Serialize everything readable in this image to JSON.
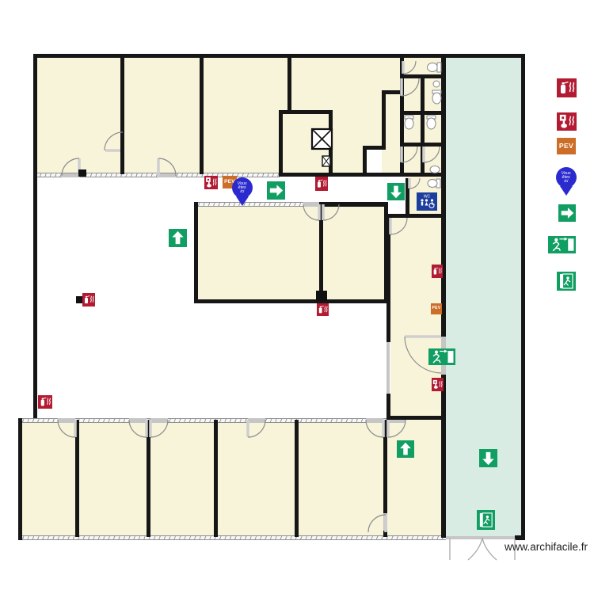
{
  "watermark": "www.archifacile.fr",
  "pev_label": "PEV",
  "pin": {
    "line1": "Vous",
    "line2": "êtes",
    "line3": "ici"
  },
  "wc_sign": {
    "title": "WC"
  },
  "colors": {
    "room_fill": "#f8f4da",
    "corridor_fill": "#d9ece4",
    "wall": "#161616",
    "door_gray": "#c6c6c6",
    "safety_red": "#b21b32",
    "pev_orange": "#cc6d28",
    "safety_green": "#119e62",
    "pin_blue": "#2a2ace",
    "wc_sign_blue": "#1c3e9c"
  },
  "legend": {
    "items": [
      {
        "name": "fire-extinguisher"
      },
      {
        "name": "manual-call-point"
      },
      {
        "name": "pev-wall-hydrant"
      },
      {
        "name": "you-are-here"
      },
      {
        "name": "evacuation-direction-arrow"
      },
      {
        "name": "emergency-exit"
      },
      {
        "name": "exit-door"
      }
    ]
  }
}
